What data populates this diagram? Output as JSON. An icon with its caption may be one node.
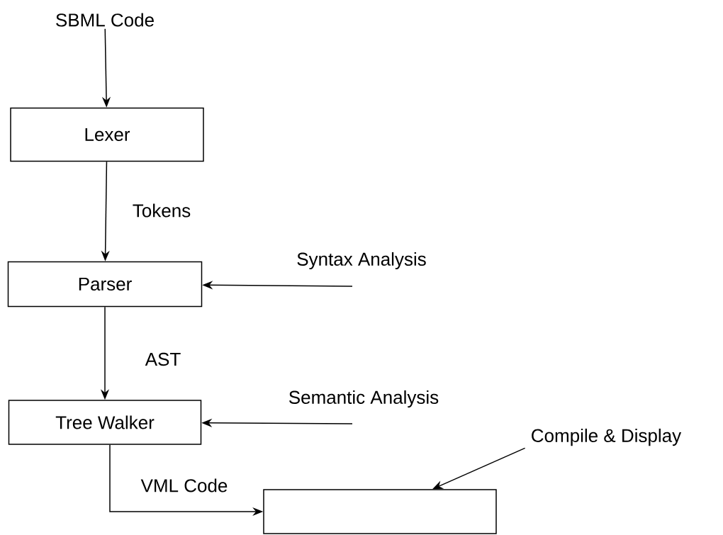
{
  "diagram": {
    "nodes": [
      {
        "text": [
          "SBML Code"
        ]
      },
      {
        "text": [
          "Lexer"
        ]
      },
      {
        "text": [
          "Parser"
        ]
      },
      {
        "text": [
          "Tree Walker"
        ]
      },
      {
        "text": [],
        "shape": "box"
      },
      {
        "text": [
          "Compile & Display"
        ]
      }
    ],
    "edges": [
      {
        "from": 0,
        "to": 1,
        "arrow": "to"
      },
      {
        "from": 1,
        "to": 2,
        "arrow": "to",
        "label": "Tokens"
      },
      {
        "from": 2,
        "to": 3,
        "arrow": "to",
        "label": "AST"
      },
      {
        "from": 3,
        "to": 4,
        "arrow": "to",
        "label": "VML Code"
      },
      {
        "from": null,
        "to": 2,
        "arrow": "to",
        "label": "Syntax Analysis"
      },
      {
        "from": null,
        "to": 3,
        "arrow": "to",
        "label": "Semantic Analysis"
      },
      {
        "from": 5,
        "to": 4,
        "arrow": "to"
      }
    ]
  }
}
